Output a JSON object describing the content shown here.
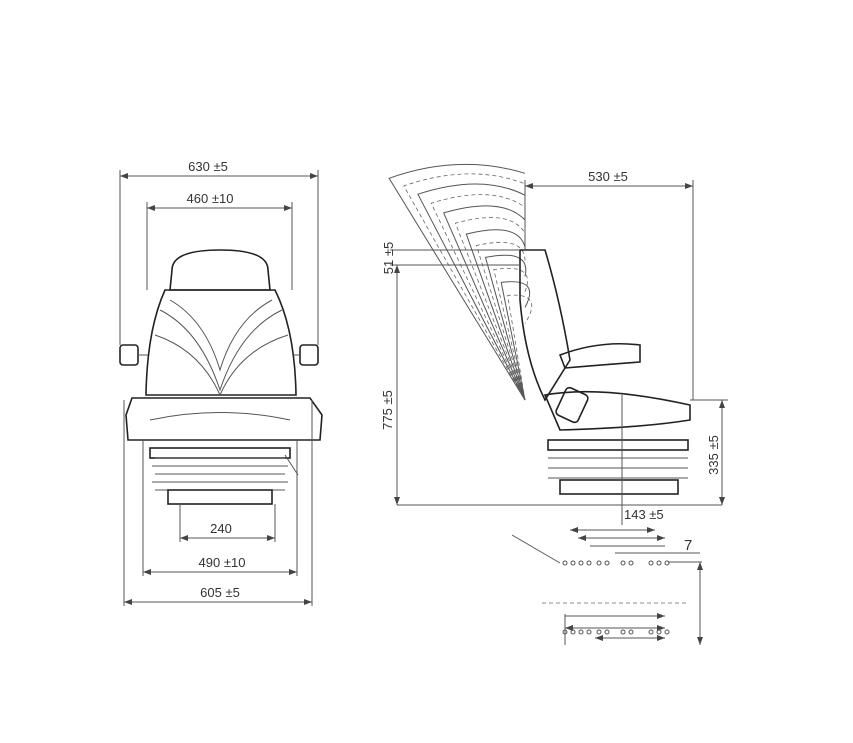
{
  "drawing": {
    "front_view": {
      "overall_width": "630 ±5",
      "backrest_width": "460 ±10",
      "base_width": "240",
      "cushion_width": "490 ±10",
      "base_overall_width": "605 ±5"
    },
    "side_view": {
      "depth": "530 ±5",
      "backrest_offset": "51 ±5",
      "overall_height": "775 ±5",
      "seat_height": "335 ±5",
      "base_offset": "143 ±5",
      "rail_offset": "7"
    }
  }
}
